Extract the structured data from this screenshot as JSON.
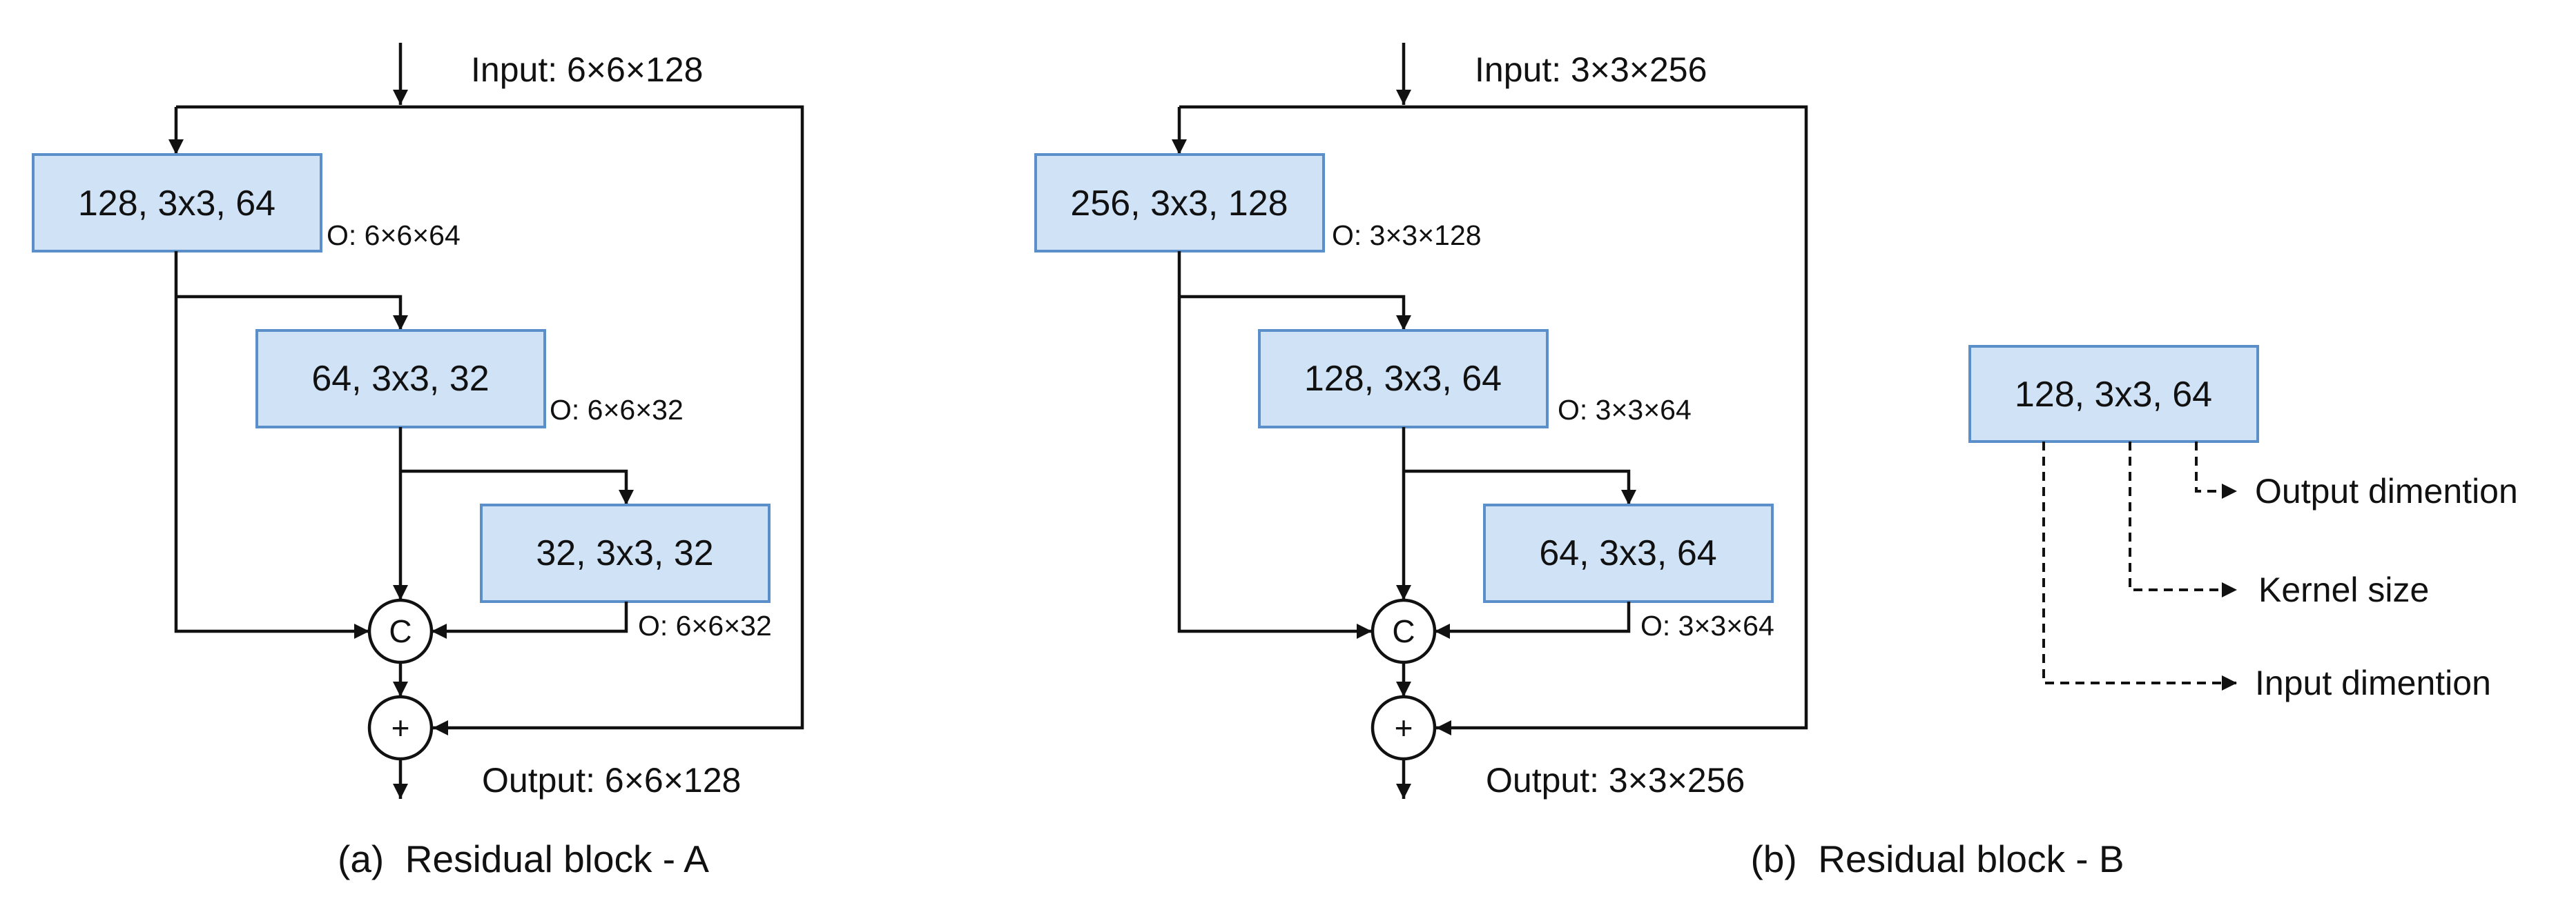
{
  "blocks": [
    {
      "id": "a",
      "input": "Input: 6×6×128",
      "output": "Output: 6×6×128",
      "caption": "(a)  Residual block - A",
      "convs": [
        {
          "label": "128, 3x3, 64",
          "out": "O: 6×6×64"
        },
        {
          "label": "64, 3x3, 32",
          "out": "O: 6×6×32"
        },
        {
          "label": "32, 3x3, 32",
          "out": "O: 6×6×32"
        }
      ],
      "concat_symbol": "C",
      "add_symbol": "+"
    },
    {
      "id": "b",
      "input": "Input: 3×3×256",
      "output": "Output: 3×3×256",
      "caption": "(b)  Residual block - B",
      "convs": [
        {
          "label": "256, 3x3, 128",
          "out": "O: 3×3×128"
        },
        {
          "label": "128, 3x3, 64",
          "out": "O: 3×3×64"
        },
        {
          "label": "64, 3x3, 64",
          "out": "O: 3×3×64"
        }
      ],
      "concat_symbol": "C",
      "add_symbol": "+"
    }
  ],
  "legend": {
    "example_box": "128, 3x3, 64",
    "output_dim": "Output dimention",
    "kernel_size": "Kernel size",
    "input_dim": "Input dimention"
  },
  "colors": {
    "box_fill": "#cfe2f6",
    "box_stroke": "#5b8fc9",
    "line": "#111111"
  }
}
